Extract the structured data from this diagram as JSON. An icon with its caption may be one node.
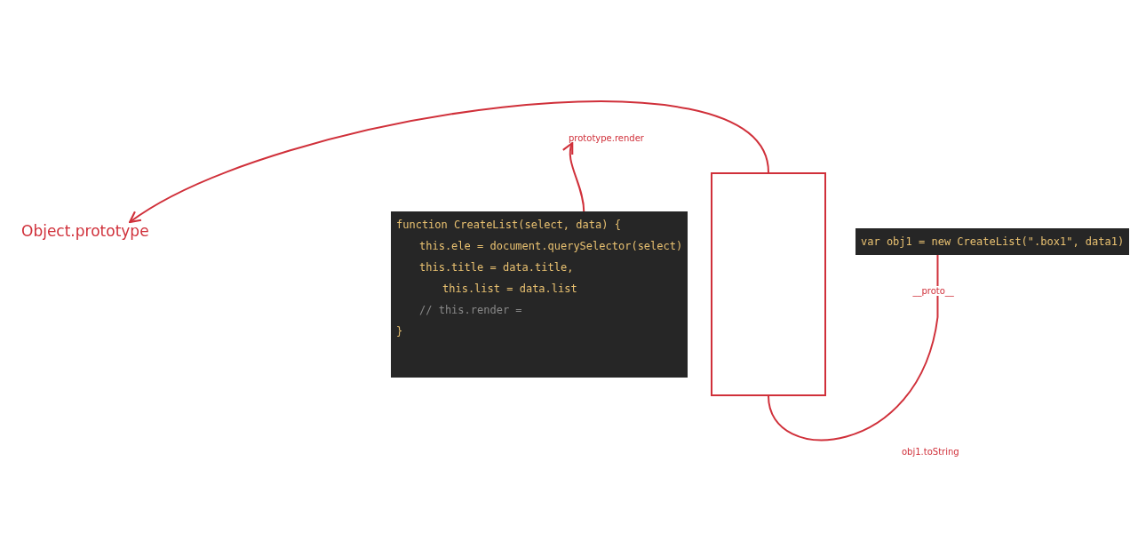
{
  "diagram": {
    "nodes": [
      {
        "text": [
          "Object.prototype"
        ]
      },
      {
        "text": [],
        "shape": "box"
      },
      {
        "text": [
          "function CreateList(select, data) {",
          "this.ele = document.querySelector(select)",
          "this.title = data.title,",
          "this.list = data.list",
          "// this.render =",
          "}"
        ]
      },
      {
        "text": [
          "var obj1 = new CreateList(\".box1\", data1)"
        ]
      },
      {
        "text": [
          "prototype.render"
        ]
      }
    ],
    "edges": [
      {
        "from": 1,
        "to": 0,
        "arrow": "to"
      },
      {
        "from": 2,
        "to": 4,
        "arrow": "to"
      },
      {
        "from": 3,
        "to": 1,
        "arrow": "none",
        "label": "__proto__"
      }
    ],
    "labels": [
      "obj1.toString"
    ]
  }
}
